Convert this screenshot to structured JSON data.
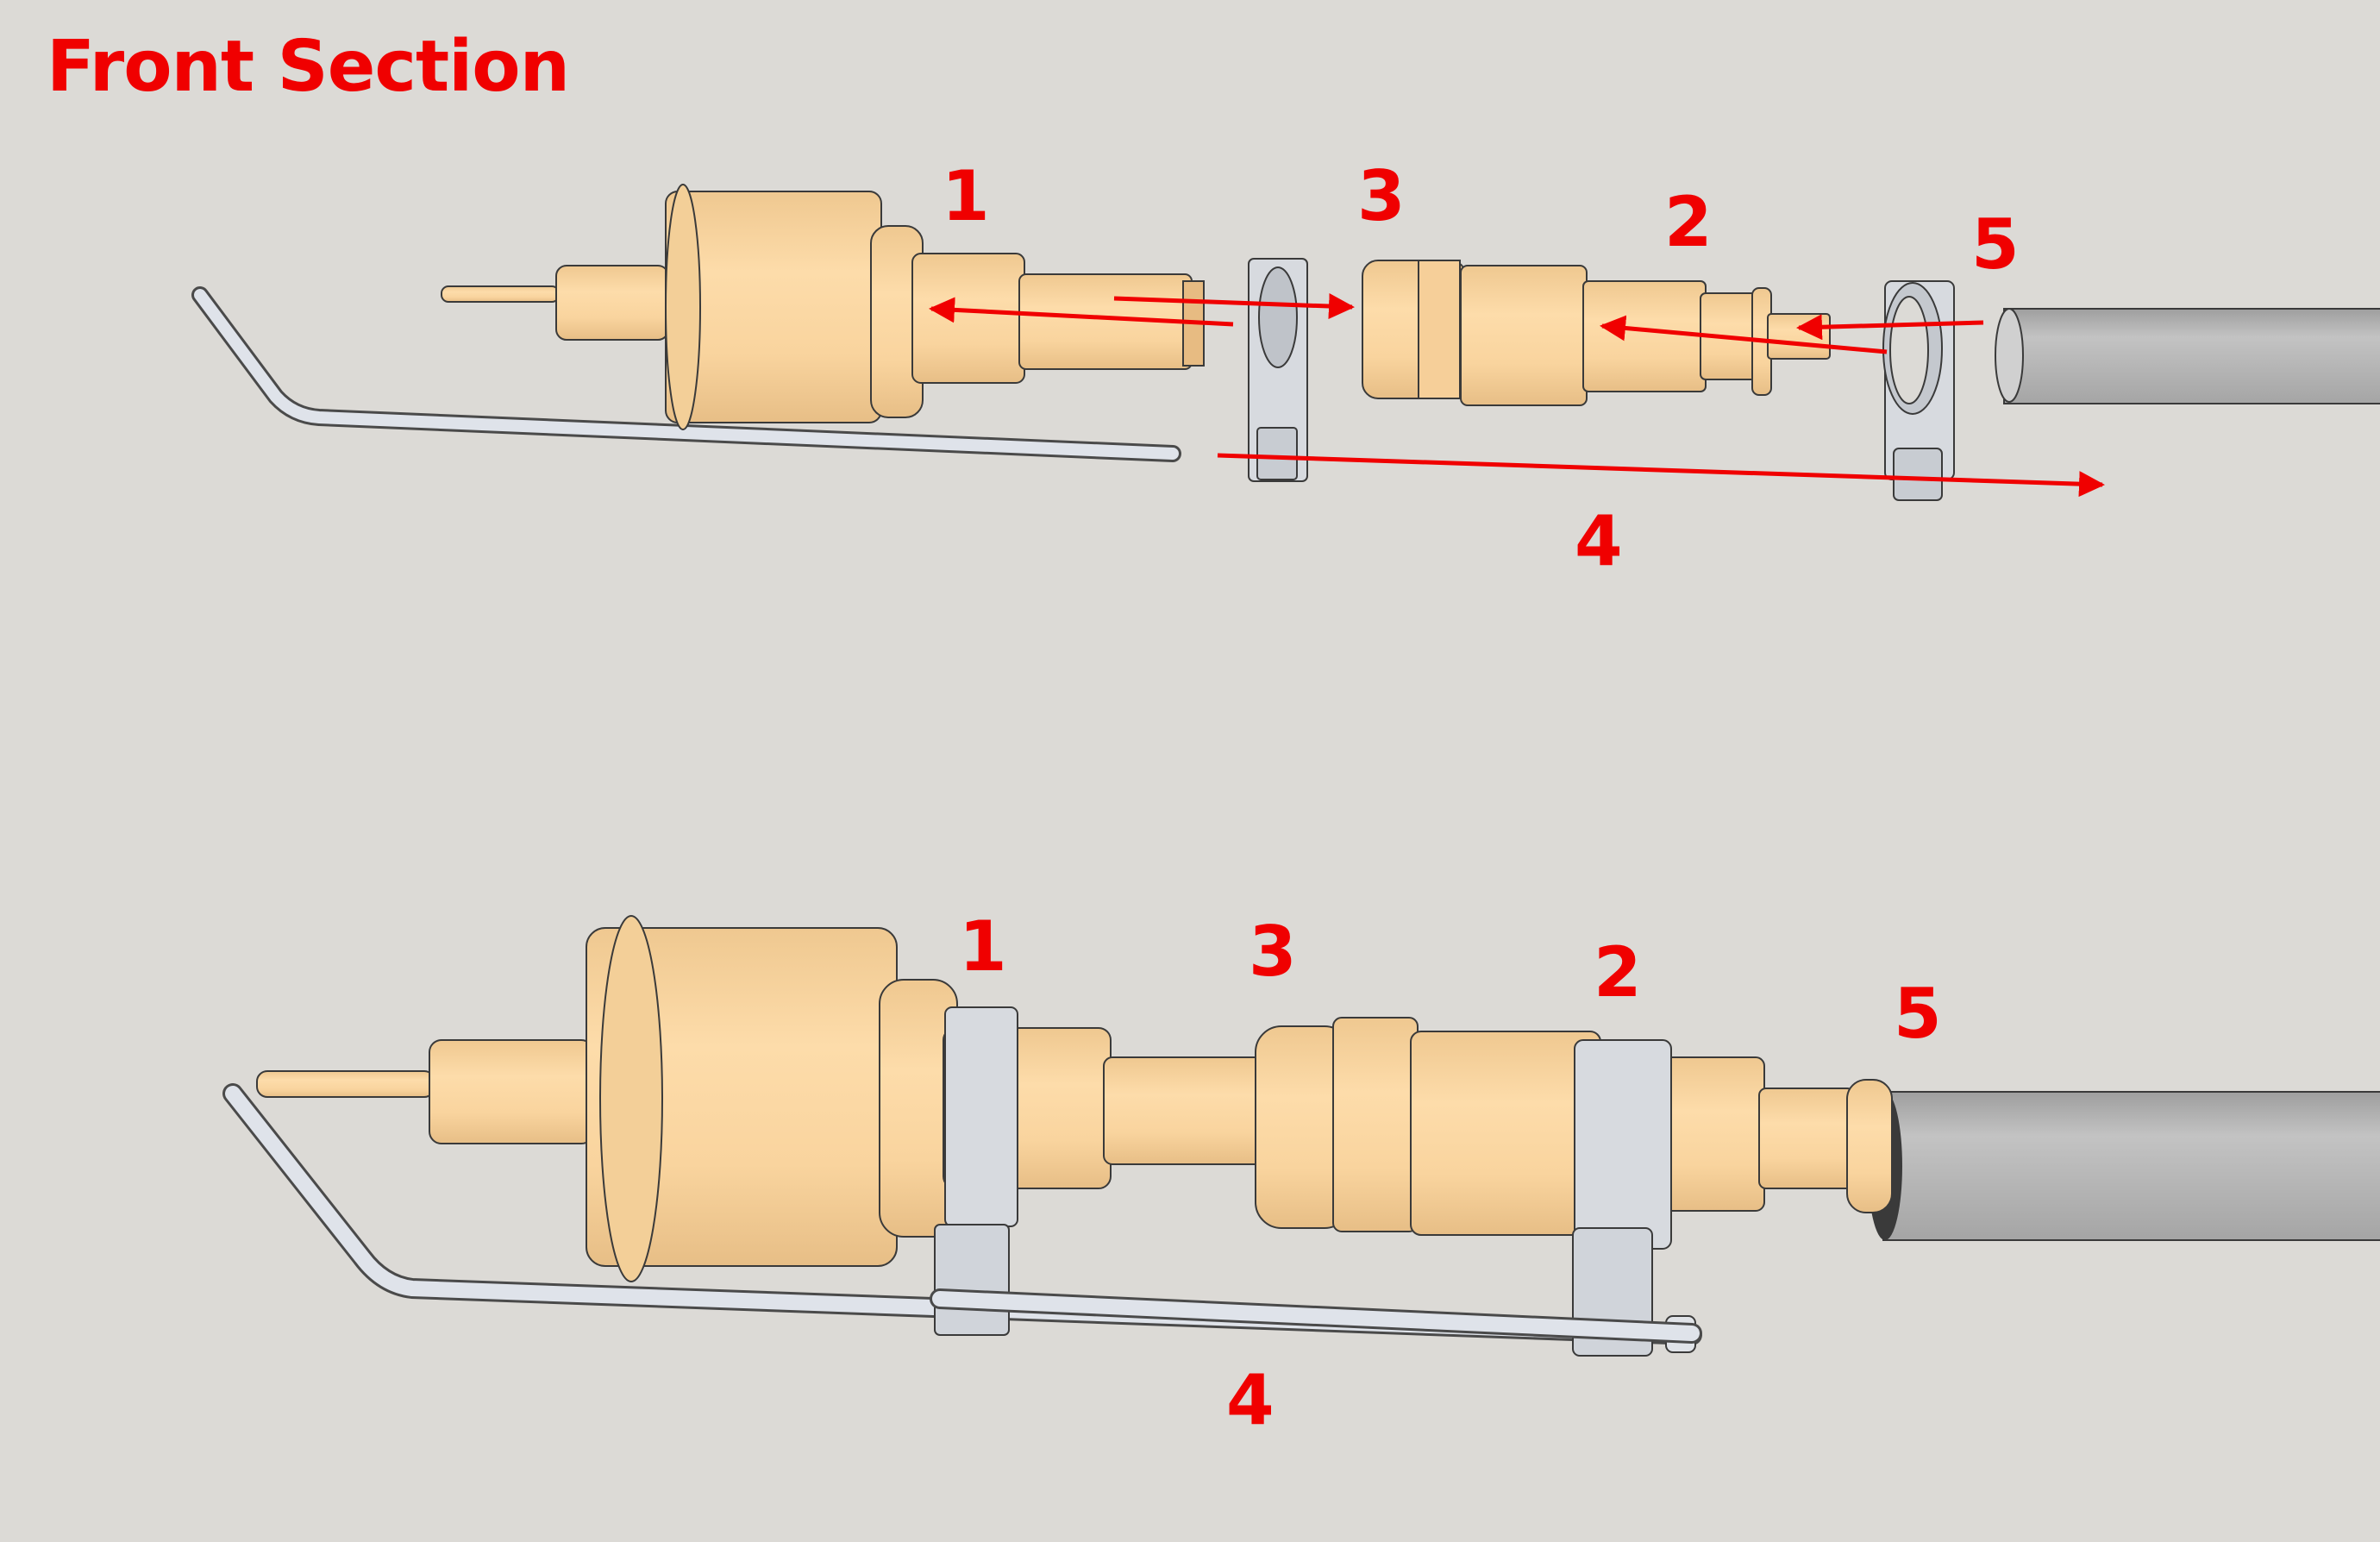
{
  "title": "Front Section",
  "colors": {
    "part": "#fcd9a4",
    "part_shade": "#e6bd86",
    "clamp": "#d7dadf",
    "tube": "#b5b5b5",
    "rod": "#d8dde6",
    "arrow": "#f00000",
    "background": "#dcdad6"
  },
  "exploded_labels": {
    "l1": "1",
    "l3": "3",
    "l2": "2",
    "l5": "5",
    "l4": "4"
  },
  "assembled_labels": {
    "l1": "1",
    "l3": "3",
    "l2": "2",
    "l5": "5",
    "l4": "4"
  }
}
